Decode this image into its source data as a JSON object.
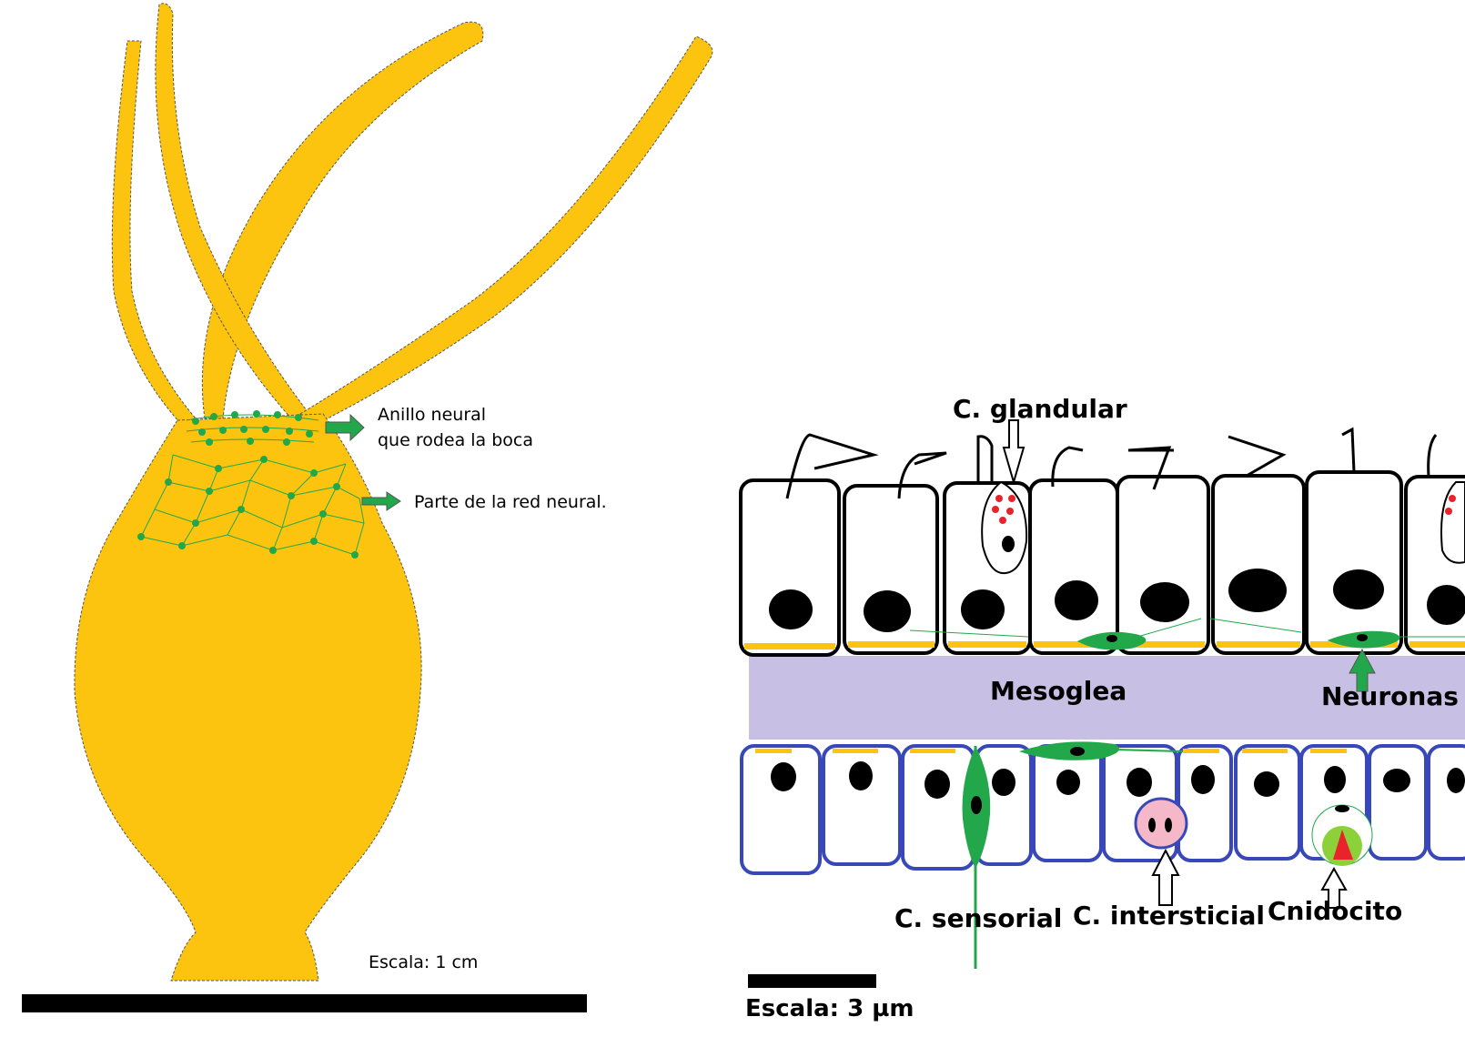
{
  "left_panel": {
    "label_ring": "Anillo neural\nque rodea la boca",
    "label_ring_line1": "Anillo neural",
    "label_ring_line2": "que rodea la boca",
    "label_net": "Parte de la red neural.",
    "scale": "Escala: 1 cm"
  },
  "right_panel": {
    "label_glandular": "C. glandular",
    "label_mesoglea": "Mesoglea",
    "label_neuronas": "Neuronas",
    "label_sensorial": "C. sensorial",
    "label_intersticial": "C. intersticial",
    "label_cnidocito": "Cnidocito",
    "scale": "Escala: 3 µm"
  },
  "colors": {
    "body": "#FDC40F",
    "nerve": "#22A84A",
    "mesoglea": "#C7BFE4",
    "inner_cell_outline": "#3848B8",
    "gland_granules": "#E8232B",
    "interstitial": "#F5B8C8",
    "cnidocyte_capsule": "#8DD13A",
    "cnidocyte_thread": "#E8232B"
  }
}
